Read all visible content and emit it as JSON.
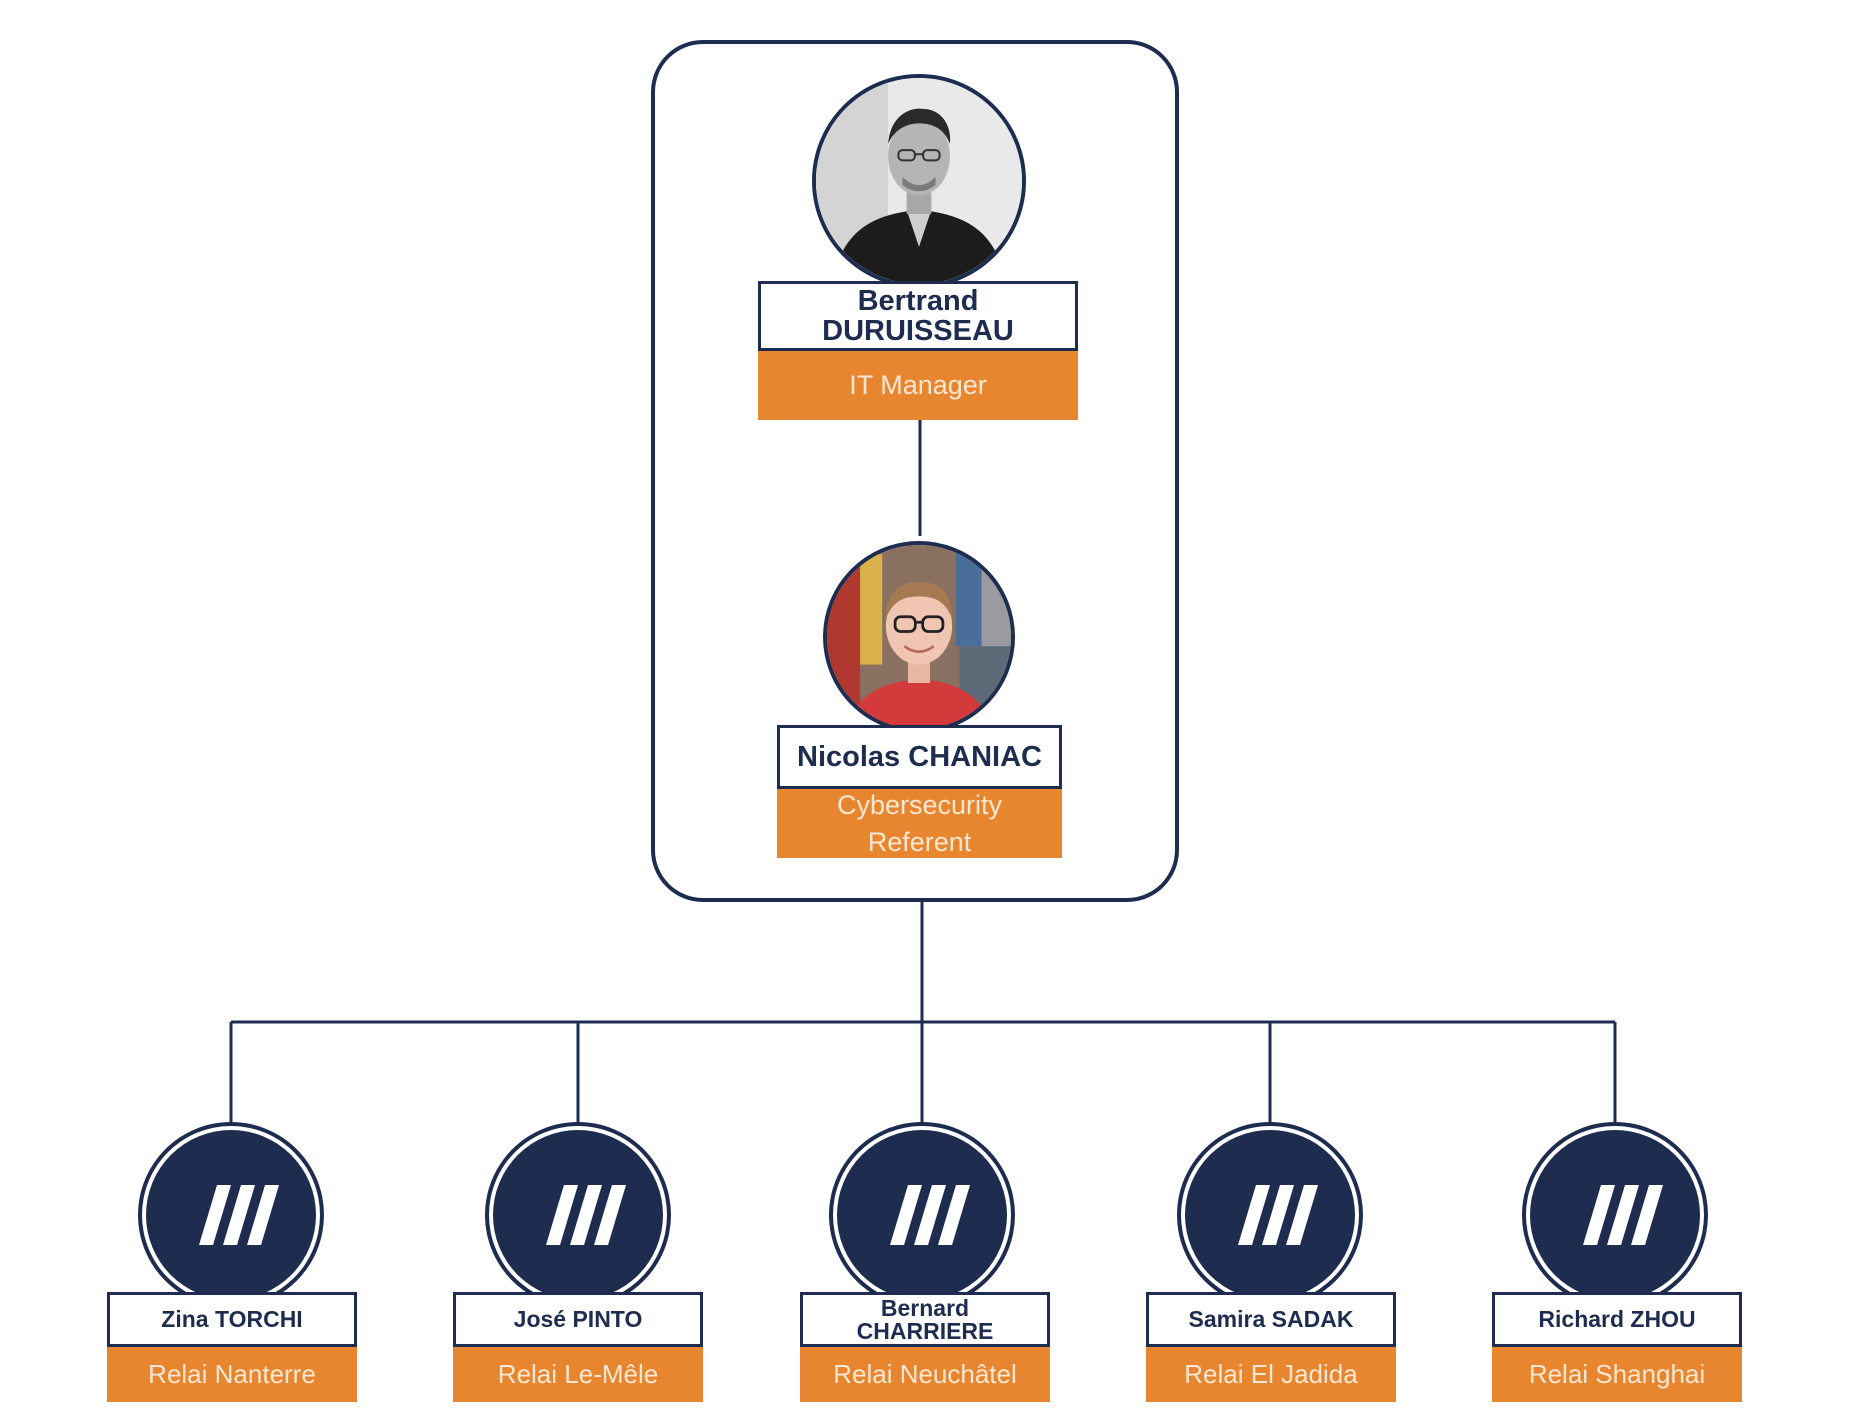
{
  "colors": {
    "navy": "#1e2c4f",
    "orange": "#e8862f",
    "role_text": "#fbe7d2",
    "background": "#ffffff"
  },
  "management": [
    {
      "name": "Bertrand DURUISSEAU",
      "role": "IT Manager",
      "avatar": "photo-avatar"
    },
    {
      "name": "Nicolas CHANIAC",
      "role": "Cybersecurity Referent",
      "avatar": "photo-avatar"
    }
  ],
  "relays": [
    {
      "name": "Zina TORCHI",
      "role": "Relai Nanterre",
      "logo": "triple-slash-logo-icon"
    },
    {
      "name": "José PINTO",
      "role": "Relai Le-Mêle",
      "logo": "triple-slash-logo-icon"
    },
    {
      "name": "Bernard CHARRIERE",
      "role": "Relai Neuchâtel",
      "logo": "triple-slash-logo-icon"
    },
    {
      "name": "Samira SADAK",
      "role": "Relai El Jadida",
      "logo": "triple-slash-logo-icon"
    },
    {
      "name": "Richard ZHOU",
      "role": "Relai Shanghai",
      "logo": "triple-slash-logo-icon"
    }
  ]
}
